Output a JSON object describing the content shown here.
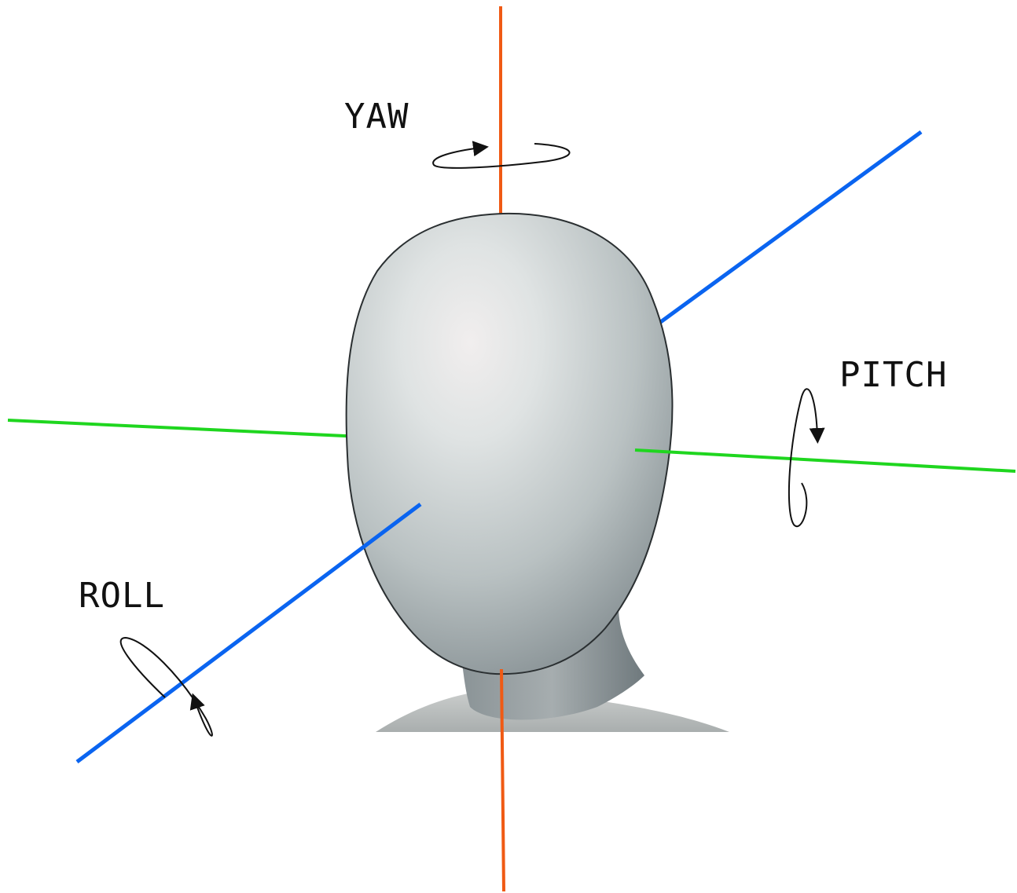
{
  "labels": {
    "yaw": "YAW",
    "pitch": "PITCH",
    "roll": "ROLL"
  },
  "colors": {
    "yaw_axis": "#f05a14",
    "pitch_axis": "#1fd61f",
    "roll_axis": "#0a64f0",
    "rotation_arrow": "#111111",
    "head_light": "#d9dede",
    "head_dark": "#7f8a8e"
  },
  "icons": {
    "head": "mannequin-head-icon",
    "yaw_arrow": "rotation-arrow-icon",
    "pitch_arrow": "rotation-arrow-icon",
    "roll_arrow": "rotation-arrow-icon"
  }
}
